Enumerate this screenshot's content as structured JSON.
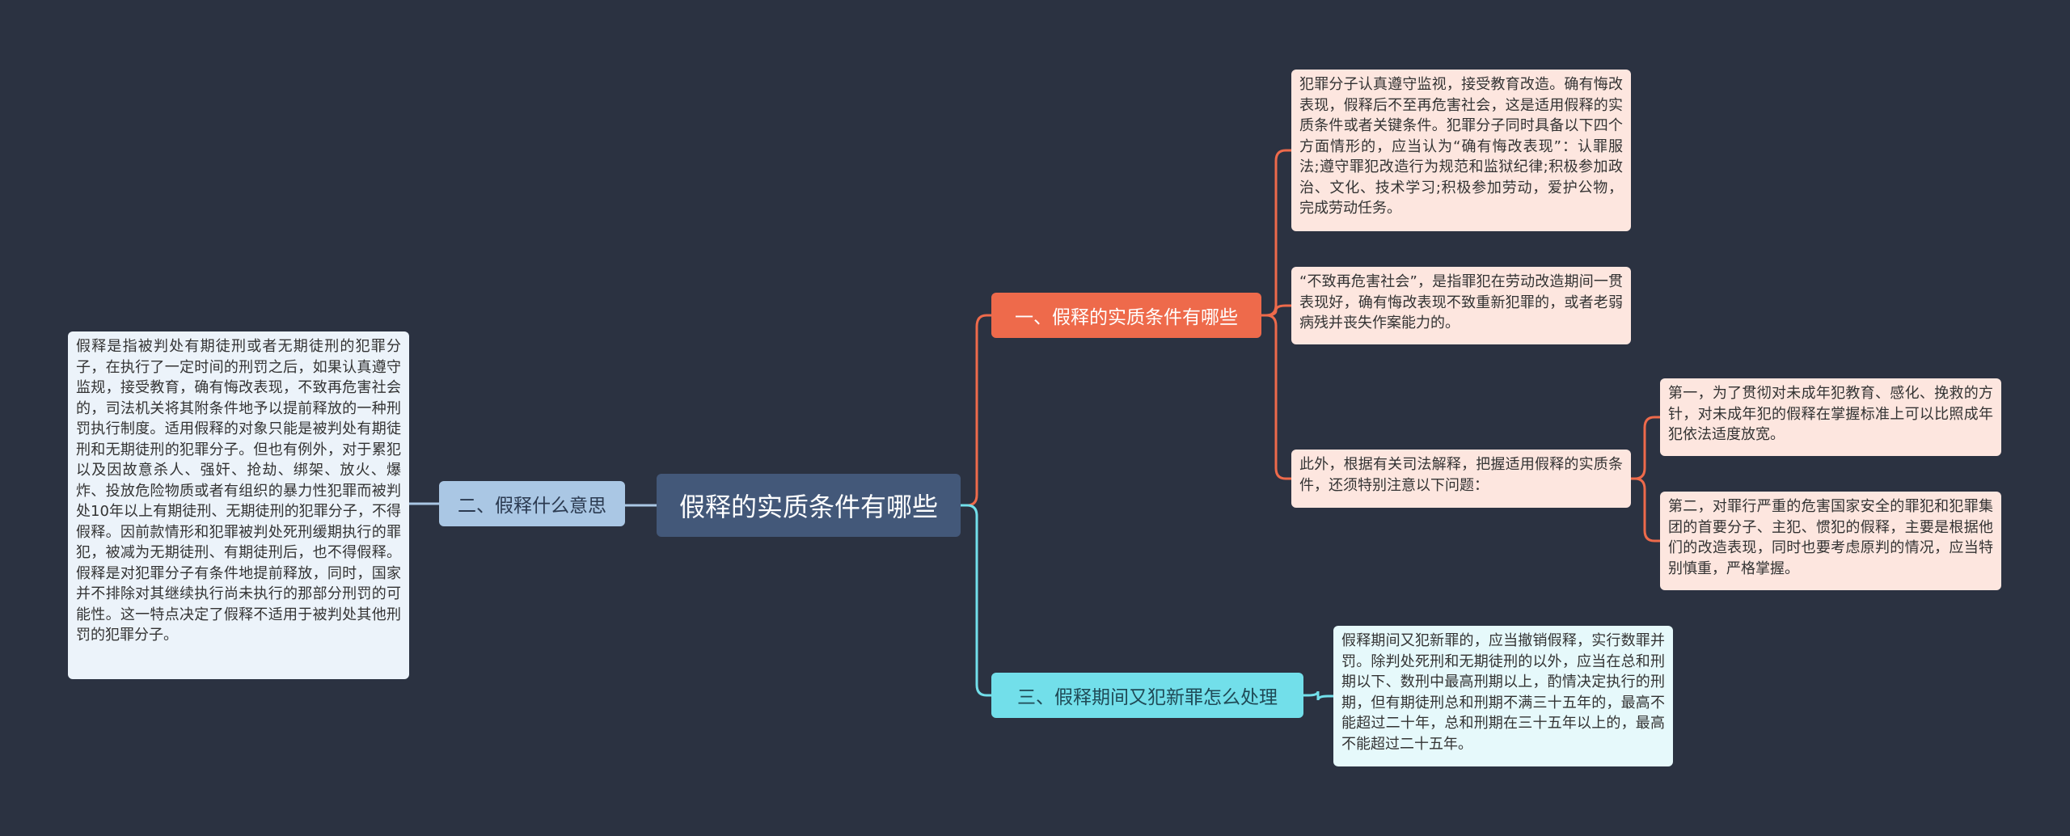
{
  "colors": {
    "background": "#2b3241",
    "root": "#435879",
    "branch_left": "#aac7e4",
    "branch_red": "#ee6a4b",
    "branch_cyan": "#72dfea",
    "line_left": "#aac7e4",
    "line_red": "#ee6a4b",
    "line_cyan": "#72dfea"
  },
  "mindmap": {
    "root": "假释的实质条件有哪些",
    "left_branch": {
      "label": "二、假释什么意思",
      "detail": "假释是指被判处有期徒刑或者无期徒刑的犯罪分子，在执行了一定时间的刑罚之后，如果认真遵守监规，接受教育，确有悔改表现，不致再危害社会的，司法机关将其附条件地予以提前释放的一种刑罚执行制度。适用假释的对象只能是被判处有期徒刑和无期徒刑的犯罪分子。但也有例外，对于累犯以及因故意杀人、强奸、抢劫、绑架、放火、爆炸、投放危险物质或者有组织的暴力性犯罪而被判处10年以上有期徒刑、无期徒刑的犯罪分子，不得假释。因前款情形和犯罪被判处死刑缓期执行的罪犯，被减为无期徒刑、有期徒刑后，也不得假释。假释是对犯罪分子有条件地提前释放，同时，国家并不排除对其继续执行尚未执行的那部分刑罚的可能性。这一特点决定了假释不适用于被判处其他刑罚的犯罪分子。"
    },
    "red_branch": {
      "label": "一、假释的实质条件有哪些",
      "detail_1": "犯罪分子认真遵守监视，接受教育改造。确有悔改表现，假释后不至再危害社会，这是适用假释的实质条件或者关键条件。犯罪分子同时具备以下四个方面情形的，应当认为“确有悔改表现”：认罪服法;遵守罪犯改造行为规范和监狱纪律;积极参加政治、文化、技术学习;积极参加劳动，爱护公物，完成劳动任务。",
      "detail_2": "“不致再危害社会”，是指罪犯在劳动改造期间一贯表现好，确有悔改表现不致重新犯罪的，或者老弱病残并丧失作案能力的。",
      "detail_3": "此外，根据有关司法解释，把握适用假释的实质条件，还须特别注意以下问题：",
      "sub_1": "第一，为了贯彻对未成年犯教育、感化、挽救的方针，对未成年犯的假释在掌握标准上可以比照成年犯依法适度放宽。",
      "sub_2": "第二，对罪行严重的危害国家安全的罪犯和犯罪集团的首要分子、主犯、惯犯的假释，主要是根据他们的改造表现，同时也要考虑原判的情况，应当特别慎重，严格掌握。"
    },
    "cyan_branch": {
      "label": "三、假释期间又犯新罪怎么处理",
      "detail": "假释期间又犯新罪的，应当撤销假释，实行数罪并罚。除判处死刑和无期徒刑的以外，应当在总和刑期以下、数刑中最高刑期以上，酌情决定执行的刑期，但有期徒刑总和刑期不满三十五年的，最高不能超过二十年，总和刑期在三十五年以上的，最高不能超过二十五年。"
    }
  }
}
